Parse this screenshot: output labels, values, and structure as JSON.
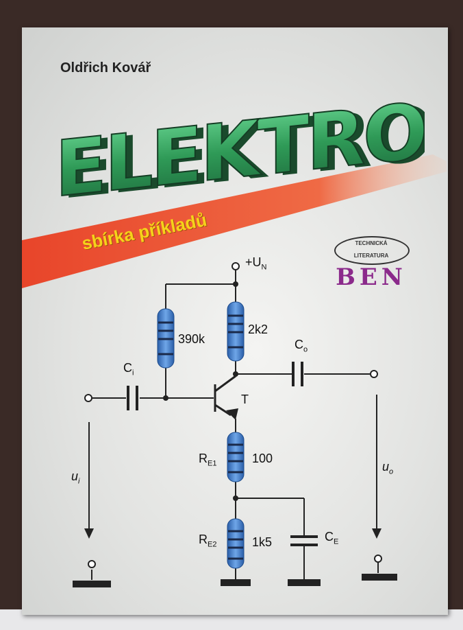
{
  "book": {
    "author": "Oldřich Kovář",
    "title": "ELEKTRONIKA",
    "subtitle": "sbírka příkladů"
  },
  "publisher": {
    "ring_top": "TECHNICKÁ",
    "ring_bottom": "LITERATURA",
    "mark": "BEN"
  },
  "circuit": {
    "supply_label": "+U",
    "supply_sub": "N",
    "resistors": {
      "bias_value": "390k",
      "collector_value": "2k2",
      "re1_name": "R",
      "re1_sub": "E1",
      "re1_value": "100",
      "re2_name": "R",
      "re2_sub": "E2",
      "re2_value": "1k5"
    },
    "capacitors": {
      "input_name": "C",
      "input_sub": "i",
      "output_name": "C",
      "output_sub": "o",
      "emitter_name": "C",
      "emitter_sub": "E"
    },
    "transistor_label": "T",
    "input_voltage": "u",
    "input_voltage_sub": "i",
    "output_voltage": "u",
    "output_voltage_sub": "o"
  },
  "colors": {
    "title_green": "#2f9a57",
    "banner_red": "#e8492e",
    "subtitle_yellow": "#f6d21a",
    "resistor_blue": "#3a78c8",
    "publisher_purple": "#8b2a8b"
  }
}
